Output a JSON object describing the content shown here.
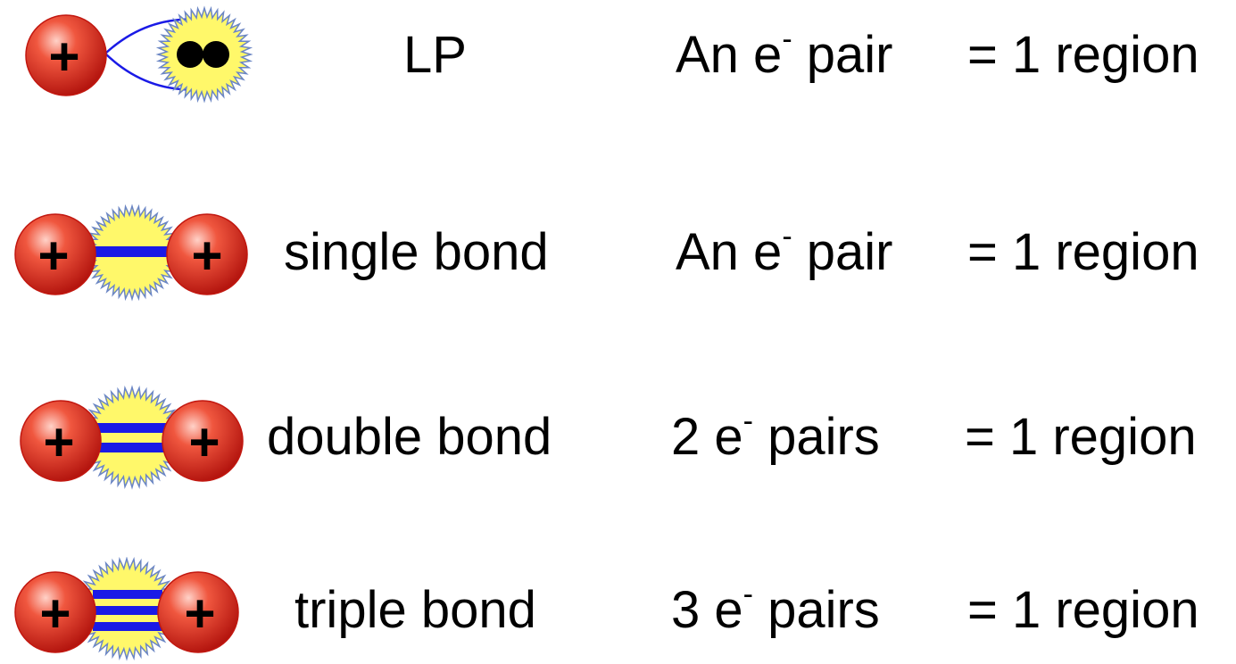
{
  "colors": {
    "nucleus": "#e0261f",
    "nucleus_highlight": "#ff9b8a",
    "electron_cloud_fill": "#fff86a",
    "electron_cloud_edge": "#6b86c4",
    "bond_line": "#1a1ae6",
    "lp_outline": "#1a1ae6",
    "electron": "#000000"
  },
  "nucleus_symbol": "+",
  "rows": [
    {
      "kind": "lone-pair",
      "label": "LP",
      "count_prefix": "An e",
      "count_sup": "-",
      "count_suffix": " pair",
      "result": "= 1 region",
      "bond_lines": 0
    },
    {
      "kind": "single",
      "label": "single bond",
      "count_prefix": "An e",
      "count_sup": "-",
      "count_suffix": " pair",
      "result": "= 1 region",
      "bond_lines": 1
    },
    {
      "kind": "double",
      "label": "double bond",
      "count_prefix": "2 e",
      "count_sup": "-",
      "count_suffix": " pairs",
      "result": "= 1 region",
      "bond_lines": 2
    },
    {
      "kind": "triple",
      "label": "triple bond",
      "count_prefix": "3 e",
      "count_sup": "-",
      "count_suffix": " pairs",
      "result": "= 1 region",
      "bond_lines": 3
    }
  ]
}
